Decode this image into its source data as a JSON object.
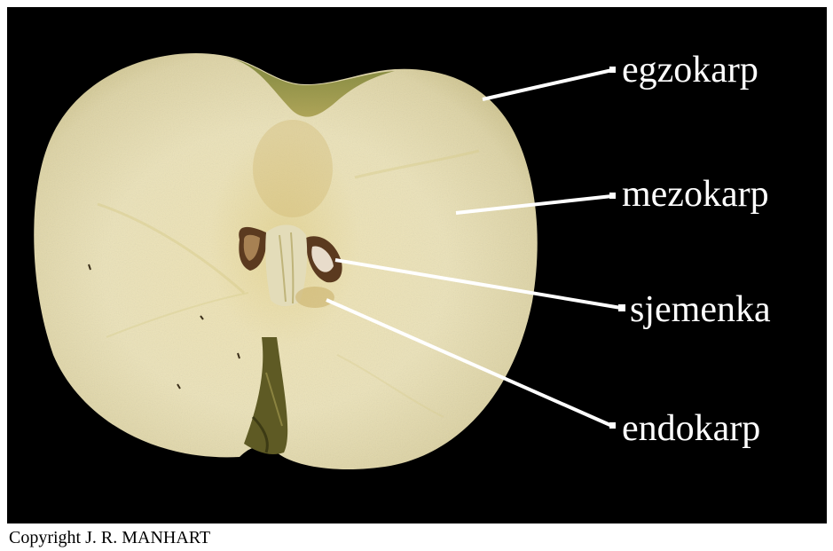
{
  "image": {
    "subject": "apple-cross-section",
    "background_color": "#000000",
    "page_color": "#ffffff"
  },
  "labels": {
    "egzokarp": "egzokarp",
    "mezokarp": "mezokarp",
    "sjemenka": "sjemenka",
    "endokarp": "endokarp"
  },
  "label_color": "#ffffff",
  "copyright": "Copyright J. R. MANHART"
}
